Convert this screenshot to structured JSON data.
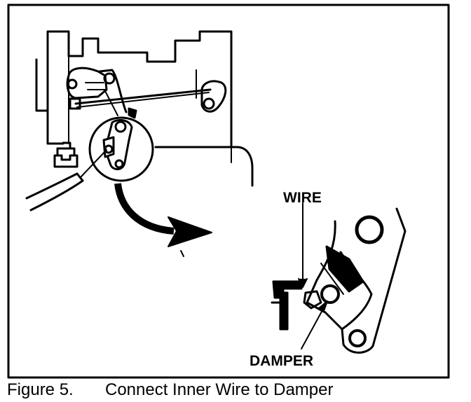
{
  "figure": {
    "labels": {
      "wire": "WIRE",
      "damper": "DAMPER"
    },
    "caption": {
      "number": "Figure 5.",
      "text": "Connect Inner Wire to Damper"
    },
    "colors": {
      "ink": "#000000",
      "paper": "#ffffff"
    }
  }
}
